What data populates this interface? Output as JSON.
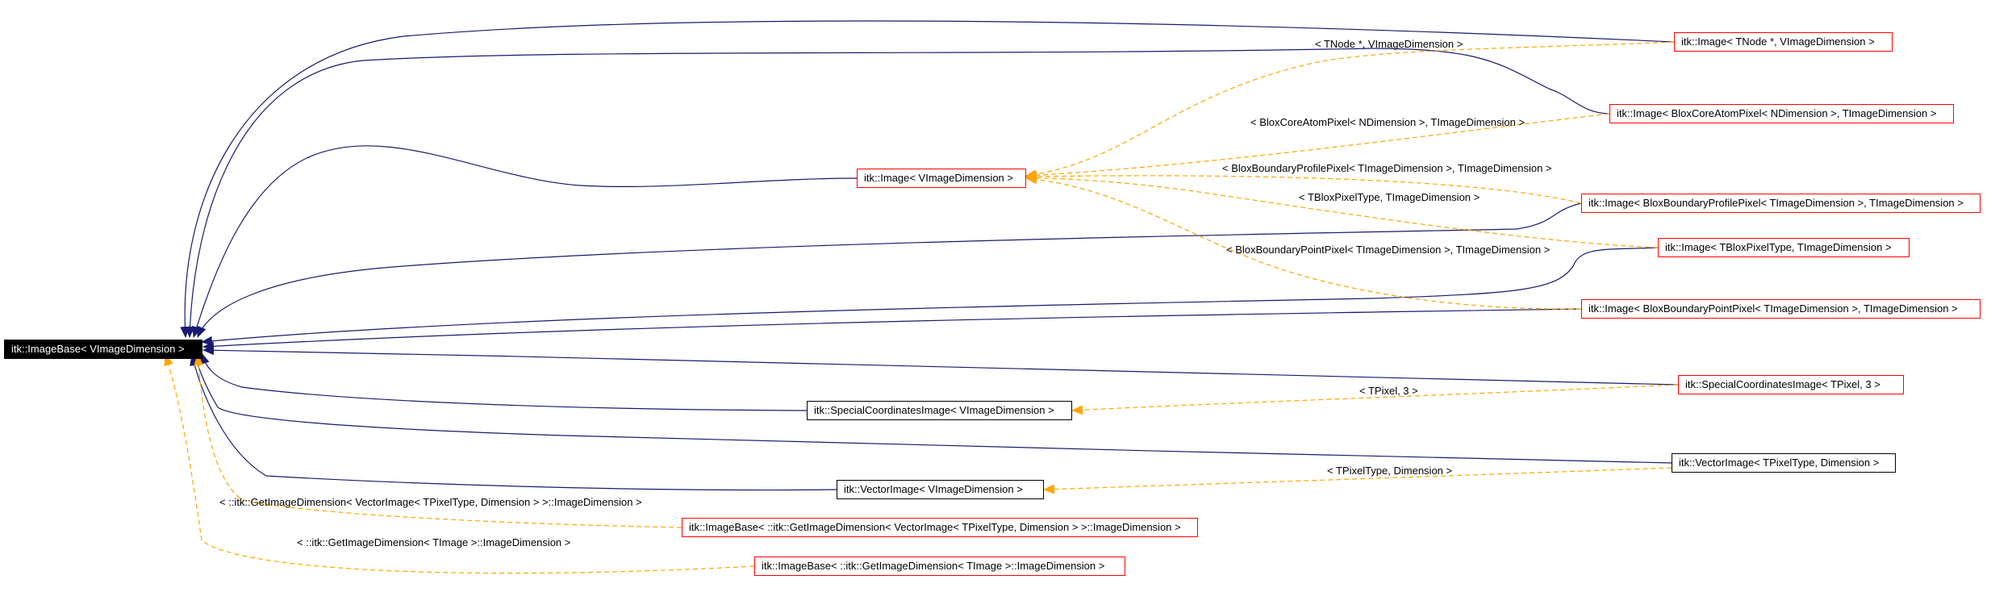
{
  "colors": {
    "inheritance_edge": "#191970",
    "template_edge": "#ffa500",
    "undocumented_border": "#ff0000",
    "documented_border": "#000000",
    "root_fill": "#000000",
    "root_text": "#ffffff"
  },
  "nodes": {
    "root": "itk::ImageBase< VImageDimension >",
    "image_vdim": "itk::Image< VImageDimension >",
    "image_tnode": "itk::Image< TNode *, VImageDimension >",
    "image_blox_core": "itk::Image< BloxCoreAtomPixel< NDimension >, TImageDimension >",
    "image_blox_profile": "itk::Image< BloxBoundaryProfilePixel< TImageDimension >, TImageDimension >",
    "image_tblox": "itk::Image< TBloxPixelType, TImageDimension >",
    "image_blox_point": "itk::Image< BloxBoundaryPointPixel< TImageDimension >, TImageDimension >",
    "special_coords_vdim": "itk::SpecialCoordinatesImage< VImageDimension >",
    "special_coords_3": "itk::SpecialCoordinatesImage< TPixel, 3 >",
    "vector_image_vdim": "itk::VectorImage< VImageDimension >",
    "vector_image_tpixel": "itk::VectorImage< TPixelType, Dimension >",
    "imagebase_vector": "itk::ImageBase< ::itk::GetImageDimension< VectorImage< TPixelType, Dimension > >::ImageDimension >",
    "imagebase_timage": "itk::ImageBase< ::itk::GetImageDimension< TImage >::ImageDimension >"
  },
  "edge_labels": {
    "tnode": "< TNode *, VImageDimension >",
    "blox_core": "< BloxCoreAtomPixel< NDimension >, TImageDimension >",
    "blox_profile": "< BloxBoundaryProfilePixel< TImageDimension >, TImageDimension >",
    "tblox": "< TBloxPixelType, TImageDimension >",
    "blox_point": "< BloxBoundaryPointPixel< TImageDimension >, TImageDimension >",
    "tpixel3": "< TPixel, 3 >",
    "tpixel_dim": "< TPixelType, Dimension >",
    "getdim_vector": "< ::itk::GetImageDimension< VectorImage< TPixelType, Dimension > >::ImageDimension >",
    "getdim_timage": "< ::itk::GetImageDimension< TImage >::ImageDimension >"
  }
}
